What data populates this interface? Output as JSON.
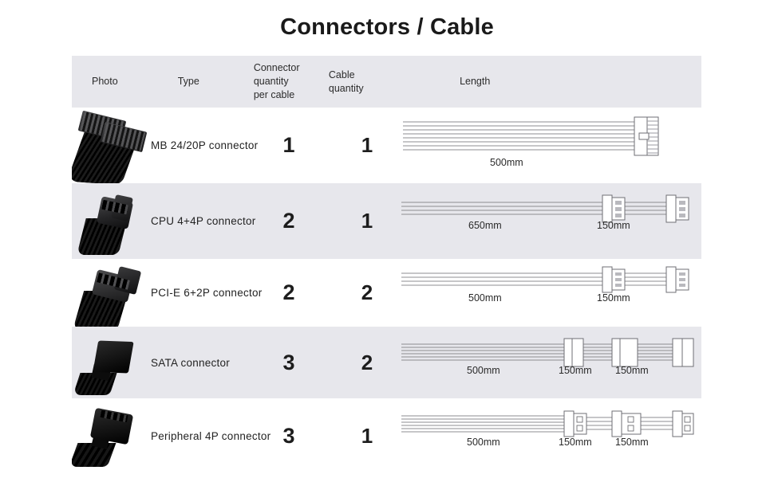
{
  "page": {
    "title": "Connectors / Cable",
    "background": "#ffffff",
    "shaded_row_color": "#e7e7ec",
    "text_color": "#231f20"
  },
  "table": {
    "columns": [
      {
        "key": "photo",
        "label": "Photo"
      },
      {
        "key": "type",
        "label": "Type"
      },
      {
        "key": "cqpc",
        "label_line1": "Connector quantity",
        "label_line2": "per cable"
      },
      {
        "key": "cq",
        "label_line1": "Cable",
        "label_line2": "quantity"
      },
      {
        "key": "length",
        "label": "Length"
      }
    ],
    "rows": [
      {
        "photo_icon": "mb-24pin-connector-photo",
        "type": "MB 24/20P connector",
        "connector_quantity_per_cable": "1",
        "cable_quantity": "1",
        "cable": {
          "style": "ribbon",
          "segments": [
            {
              "length": "500mm"
            }
          ],
          "connector_count": 1
        }
      },
      {
        "photo_icon": "cpu-8pin-connector-photo",
        "type": "CPU 4+4P connector",
        "connector_quantity_per_cable": "2",
        "cable_quantity": "1",
        "cable": {
          "style": "round",
          "segments": [
            {
              "length": "650mm"
            },
            {
              "length": "150mm"
            }
          ],
          "connector_count": 2
        }
      },
      {
        "photo_icon": "pcie-8pin-connector-photo",
        "type": "PCI-E 6+2P connector",
        "connector_quantity_per_cable": "2",
        "cable_quantity": "2",
        "cable": {
          "style": "round",
          "segments": [
            {
              "length": "500mm"
            },
            {
              "length": "150mm"
            }
          ],
          "connector_count": 2
        }
      },
      {
        "photo_icon": "sata-connector-photo",
        "type": "SATA connector",
        "connector_quantity_per_cable": "3",
        "cable_quantity": "2",
        "cable": {
          "style": "sata",
          "segments": [
            {
              "length": "500mm"
            },
            {
              "length": "150mm"
            },
            {
              "length": "150mm"
            }
          ],
          "connector_count": 3
        }
      },
      {
        "photo_icon": "peripheral-4pin-connector-photo",
        "type": "Peripheral 4P connector",
        "connector_quantity_per_cable": "3",
        "cable_quantity": "1",
        "cable": {
          "style": "molex",
          "segments": [
            {
              "length": "500mm"
            },
            {
              "length": "150mm"
            },
            {
              "length": "150mm"
            }
          ],
          "connector_count": 3
        }
      }
    ]
  }
}
